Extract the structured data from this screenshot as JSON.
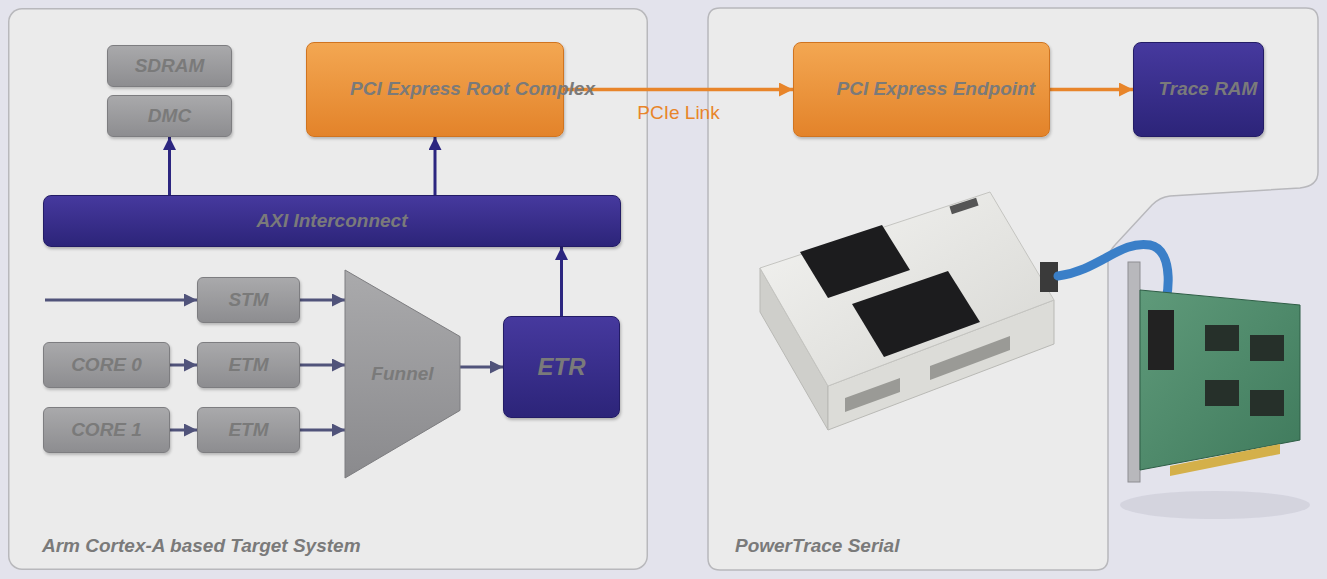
{
  "diagram": {
    "nodes": [
      {
        "text": [
          "Arm Cortex-A based Target System"
        ]
      },
      {
        "text": [
          "SDRAM"
        ],
        "in": 0
      },
      {
        "text": [
          "DMC"
        ],
        "in": 0
      },
      {
        "text": [
          "PCI Express Root Complex"
        ],
        "in": 0
      },
      {
        "text": [
          "AXI Interconnect"
        ],
        "in": 0
      },
      {
        "text": [
          "STM"
        ],
        "in": 0
      },
      {
        "text": [
          "CORE 0"
        ],
        "in": 0
      },
      {
        "text": [
          "ETM"
        ],
        "in": 0
      },
      {
        "text": [
          "Funnel"
        ],
        "in": 0
      },
      {
        "text": [
          "ETR"
        ],
        "in": 0
      },
      {
        "text": [
          "CORE 1"
        ],
        "in": 0
      },
      {
        "text": [
          "ETM"
        ],
        "in": 0
      },
      {
        "text": [
          "PowerTrace Serial"
        ]
      },
      {
        "text": [
          "PCI Express Endpoint"
        ],
        "in": 12
      },
      {
        "text": [
          "Trace RAM"
        ],
        "in": 12
      }
    ],
    "edges": [
      {
        "from": 4,
        "to": 2,
        "arrow": "to"
      },
      {
        "from": 4,
        "to": 3,
        "arrow": "to"
      },
      {
        "from": 9,
        "to": 4,
        "arrow": "to"
      },
      {
        "from": 5,
        "to": 8,
        "arrow": "to"
      },
      {
        "from": 6,
        "to": 7,
        "arrow": "to"
      },
      {
        "from": 7,
        "to": 8,
        "arrow": "to"
      },
      {
        "from": 10,
        "to": 11,
        "arrow": "to"
      },
      {
        "from": 11,
        "to": 8,
        "arrow": "to"
      },
      {
        "from": 8,
        "to": 9,
        "arrow": "to"
      },
      {
        "from": 3,
        "to": 13,
        "arrow": "to",
        "label": "PCIe Link"
      },
      {
        "from": 13,
        "to": 14,
        "arrow": "to"
      }
    ]
  }
}
